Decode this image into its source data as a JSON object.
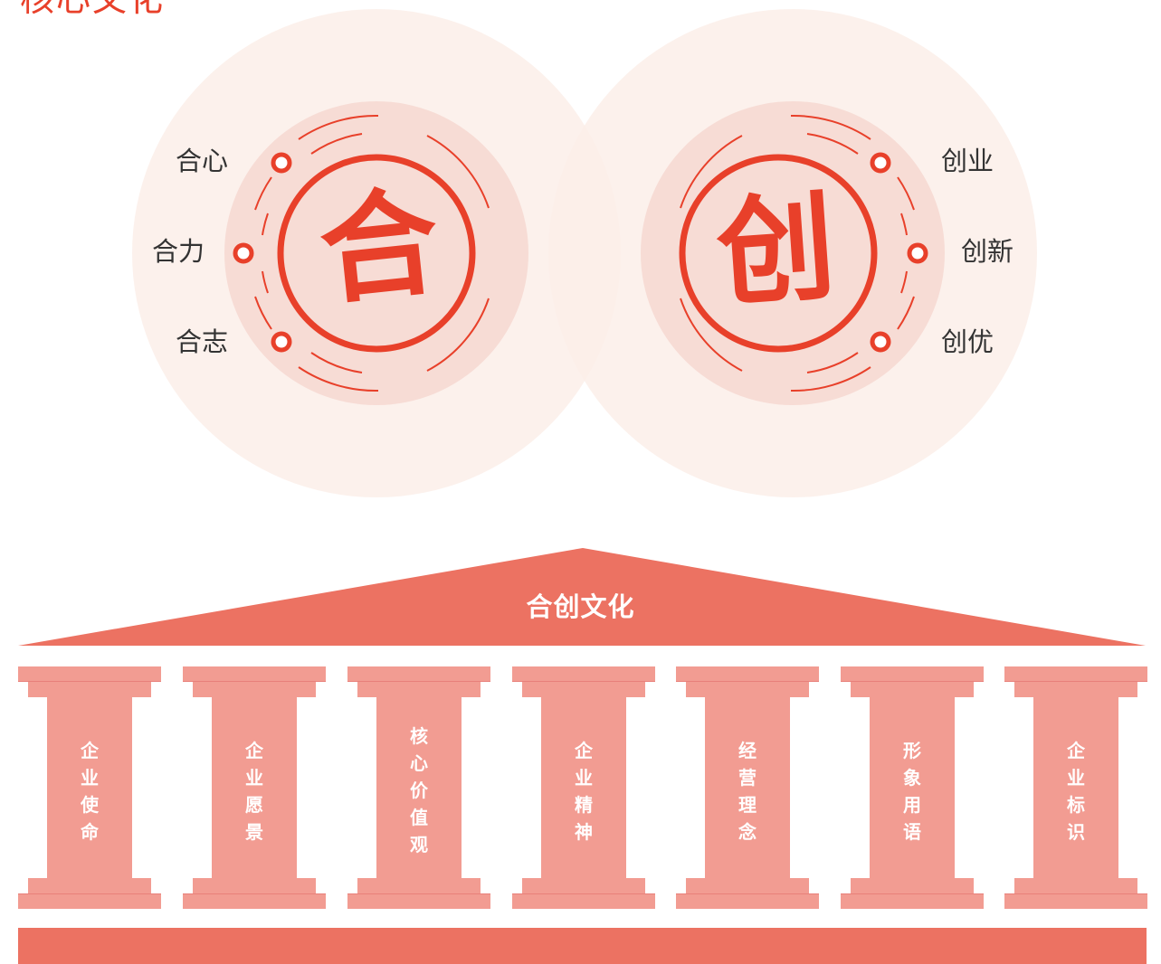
{
  "page_title": "核心文化",
  "left": {
    "emblem": "合",
    "labels": [
      "合心",
      "合力",
      "合志"
    ]
  },
  "right": {
    "emblem": "创",
    "labels": [
      "创业",
      "创新",
      "创优"
    ]
  },
  "house": {
    "roof_title": "合创文化",
    "pillars": [
      {
        "text": "企业使命"
      },
      {
        "text": "企业愿景"
      },
      {
        "text": "核心价值观"
      },
      {
        "text": "企业精神"
      },
      {
        "text": "经营理念"
      },
      {
        "text": "形象用语"
      },
      {
        "text": "企业标识"
      }
    ]
  },
  "colors": {
    "accent_red": "#e8402a",
    "roof": "#ec7262",
    "pillar": "#f29c92",
    "outer_circle": "#fcf1ee",
    "inner_circle": "#f8ded8"
  }
}
